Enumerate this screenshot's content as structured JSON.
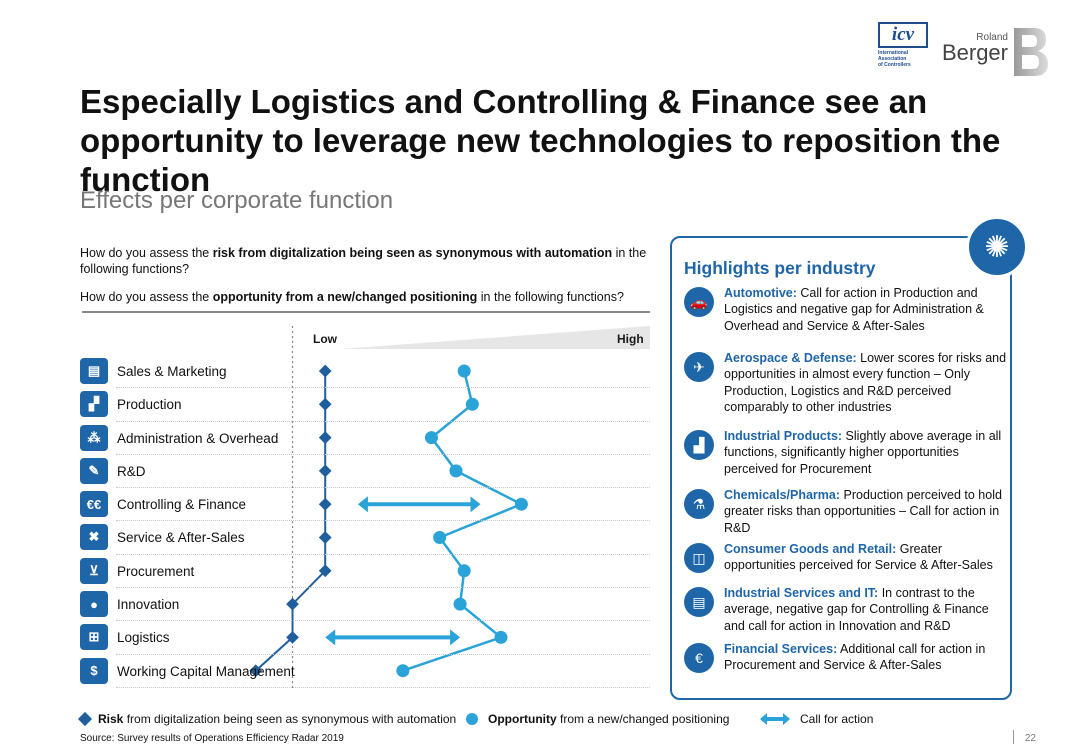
{
  "logos": {
    "icv": {
      "mark": "icv",
      "sub": [
        "International",
        "Association",
        "of Controllers"
      ]
    },
    "roland_berger": {
      "small": "Roland",
      "big": "Berger"
    }
  },
  "title": "Especially Logistics and Controlling & Finance see an opportunity to leverage new technologies to reposition the function",
  "subtitle": "Effects per corporate function",
  "question1": {
    "pre": "How do you assess the ",
    "bold": "risk from digitalization being seen as synonymous with automation",
    "post": " in the following functions?"
  },
  "question2": {
    "pre": "How do you assess the ",
    "bold": "opportunity from a new/changed positioning",
    "post": " in the following functions?"
  },
  "scale": {
    "low": "Low",
    "high": "High"
  },
  "functions": [
    {
      "label": "Sales & Marketing",
      "icon": "sales-icon",
      "glyph": "▤"
    },
    {
      "label": "Production",
      "icon": "factory-icon",
      "glyph": "▞"
    },
    {
      "label": "Administration & Overhead",
      "icon": "people-icon",
      "glyph": "⁂"
    },
    {
      "label": "R&D",
      "icon": "pencil-icon",
      "glyph": "✎"
    },
    {
      "label": "Controlling & Finance",
      "icon": "euro-icon",
      "glyph": "€€"
    },
    {
      "label": "Service & After-Sales",
      "icon": "tools-icon",
      "glyph": "✖"
    },
    {
      "label": "Procurement",
      "icon": "cart-icon",
      "glyph": "⊻"
    },
    {
      "label": "Innovation",
      "icon": "bulb-icon",
      "glyph": "●"
    },
    {
      "label": "Logistics",
      "icon": "logistics-icon",
      "glyph": "⊞"
    },
    {
      "label": "Working Capital Management",
      "icon": "money-icon",
      "glyph": "$"
    }
  ],
  "chart_data": {
    "type": "line",
    "categories": [
      "Sales & Marketing",
      "Production",
      "Administration & Overhead",
      "R&D",
      "Controlling & Finance",
      "Service & After-Sales",
      "Procurement",
      "Innovation",
      "Logistics",
      "Working Capital Management"
    ],
    "series": [
      {
        "name": "Risk",
        "values": [
          0.6,
          0.6,
          0.6,
          0.6,
          0.6,
          0.6,
          0.6,
          0.52,
          0.52,
          0.43
        ]
      },
      {
        "name": "Opportunity",
        "values": [
          0.94,
          0.96,
          0.86,
          0.92,
          1.08,
          0.88,
          0.94,
          0.93,
          1.03,
          0.79
        ]
      }
    ],
    "call_for_action": [
      {
        "category": "Controlling & Finance",
        "from": 0.68,
        "to": 0.98
      },
      {
        "category": "Logistics",
        "from": 0.6,
        "to": 0.93
      }
    ],
    "xlim": [
      0,
      1.15
    ],
    "reference_line": 0.52,
    "colors": {
      "risk": "#1f5f9c",
      "opportunity": "#2aa3d8",
      "call_for_action": "#2aa3d8"
    }
  },
  "highlights": {
    "title": "Highlights per industry",
    "items": [
      {
        "head": "Automotive:",
        "body": " Call for action in Production and Logistics and negative gap for Administration & Overhead and Service & After-Sales",
        "icon": "car-icon",
        "glyph": "🚗"
      },
      {
        "head": "Aerospace & Defense:",
        "body": " Lower scores for risks and opportunities in almost every function – Only Production, Logistics and R&D perceived comparably to other industries",
        "icon": "plane-icon",
        "glyph": "✈"
      },
      {
        "head": "Industrial Products:",
        "body": " Slightly above average in all functions, significantly higher opportunities perceived for Procurement",
        "icon": "industry-icon",
        "glyph": "▟"
      },
      {
        "head": "Chemicals/Pharma:",
        "body": " Production perceived to hold greater risks than opportunities – Call for action in R&D",
        "icon": "flask-icon",
        "glyph": "⚗"
      },
      {
        "head": "Consumer Goods and Retail:",
        "body": " Greater opportunities perceived for Service & After-Sales",
        "icon": "bag-icon",
        "glyph": "◫"
      },
      {
        "head": "Industrial Services and IT:",
        "body": " In contrast to the average, negative gap for Controlling & Finance and call for action in Innovation and R&D",
        "icon": "document-icon",
        "glyph": "▤"
      },
      {
        "head": "Financial Services:",
        "body": " Additional call for action in Procurement and Service & After-Sales",
        "icon": "euro-coin-icon",
        "glyph": "€"
      }
    ]
  },
  "legend": {
    "risk_bold": "Risk",
    "risk_rest": " from digitalization being seen as synonymous with automation",
    "opp_bold": "Opportunity",
    "opp_rest": " from a new/changed positioning",
    "cfa": "Call for action"
  },
  "source": "Source: Survey results of Operations Efficiency Radar 2019",
  "page_number": "22"
}
